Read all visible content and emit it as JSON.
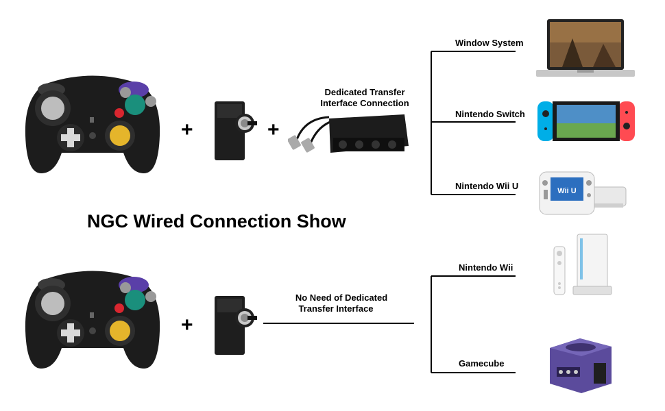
{
  "title": "NGC Wired Connection Show",
  "top_row": {
    "plus_1": "+",
    "plus_2": "+",
    "adapter_label_line1": "Dedicated Transfer",
    "adapter_label_line2": "Interface Connection",
    "devices": [
      "Window System",
      "Nintendo Switch",
      "Nintendo Wii U"
    ]
  },
  "bottom_row": {
    "plus_1": "+",
    "note_line1": "No Need of Dedicated",
    "note_line2": "Transfer Interface",
    "devices": [
      "Nintendo Wii",
      "Gamecube"
    ]
  },
  "switch_screen_text": "",
  "wiiu_logo_text": "Wii U",
  "colors": {
    "controller_body": "#1c1c1c",
    "a_button": "#1a8f7c",
    "b_button": "#d9262f",
    "c_stick": "#e5b52b",
    "accent_purple": "#5a3fa8",
    "switch_left": "#00aee7",
    "switch_right": "#ff4b52",
    "gamecube": "#5b4b9c"
  }
}
